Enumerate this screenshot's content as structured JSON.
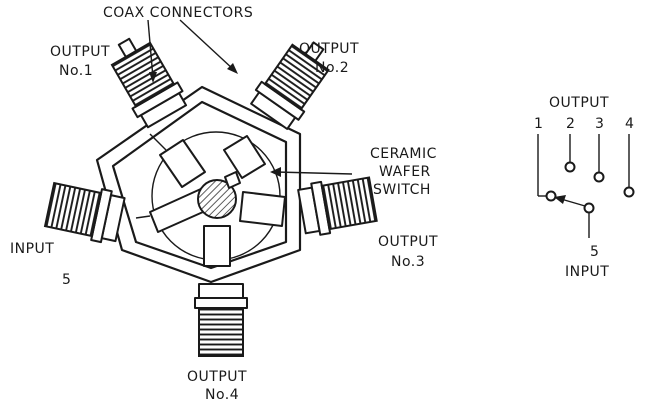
{
  "labels": {
    "coax": "COAX CONNECTORS",
    "output_label": "OUTPUT",
    "no1": "No.1",
    "no2": "No.2",
    "no3": "No.3",
    "no4": "No.4",
    "ceramic": "CERAMIC",
    "wafer": "WAFER",
    "switch": "SWITCH",
    "input_label": "INPUT",
    "five": "5"
  },
  "schematic": {
    "title": "OUTPUT",
    "terminals": [
      "1",
      "2",
      "3",
      "4"
    ],
    "input_number": "5",
    "input_label": "INPUT"
  },
  "colors": {
    "ink": "#1a1a1a",
    "paper": "#ffffff"
  }
}
